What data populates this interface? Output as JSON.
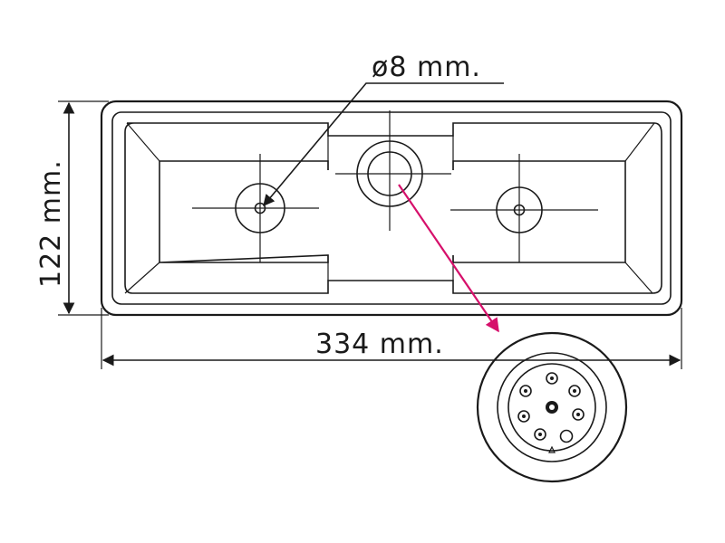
{
  "labels": {
    "hole_diameter": "ø8  mm.",
    "height": "122  mm.",
    "width": "334  mm."
  },
  "colors": {
    "line": "#1a1a1a",
    "pointer_arrow": "#d6106b"
  }
}
